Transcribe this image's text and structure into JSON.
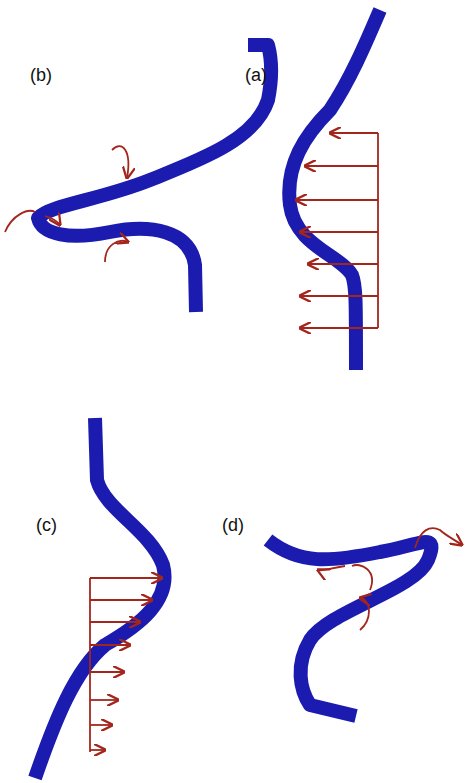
{
  "diagram": {
    "labels": [
      "(b)",
      "(a)",
      "(c)",
      "(d)"
    ]
  }
}
